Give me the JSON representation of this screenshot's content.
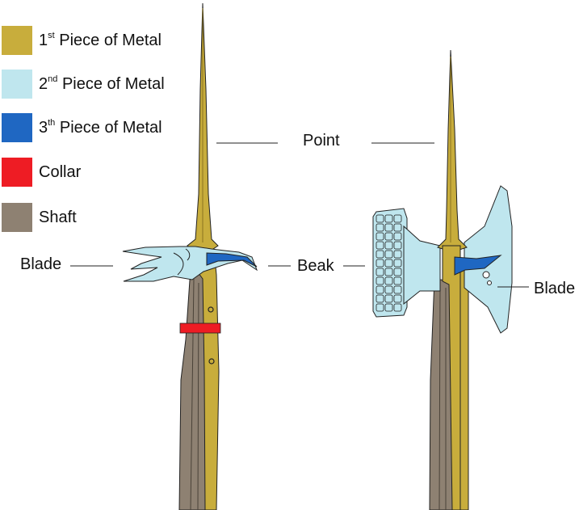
{
  "legend": [
    {
      "num": "1",
      "sup": "st",
      "text": "Piece of Metal",
      "color": "#c8ad3c"
    },
    {
      "num": "2",
      "sup": "nd",
      "text": "Piece of Metal",
      "color": "#bfe6ee"
    },
    {
      "num": "3",
      "sup": "th",
      "text": "Piece of Metal",
      "color": "#1f67c2"
    },
    {
      "num": "",
      "sup": "",
      "text": "Collar",
      "color": "#ee1c24"
    },
    {
      "num": "",
      "sup": "",
      "text": "Shaft",
      "color": "#8e8172"
    }
  ],
  "labels": {
    "point": "Point",
    "beak": "Beak",
    "blade_left": "Blade",
    "blade_right": "Blade"
  },
  "colors": {
    "metal1": "#c8ad3c",
    "metal2": "#bfe6ee",
    "metal3": "#1f67c2",
    "collar": "#ee1c24",
    "shaft": "#8e8172",
    "outline": "#222222"
  }
}
